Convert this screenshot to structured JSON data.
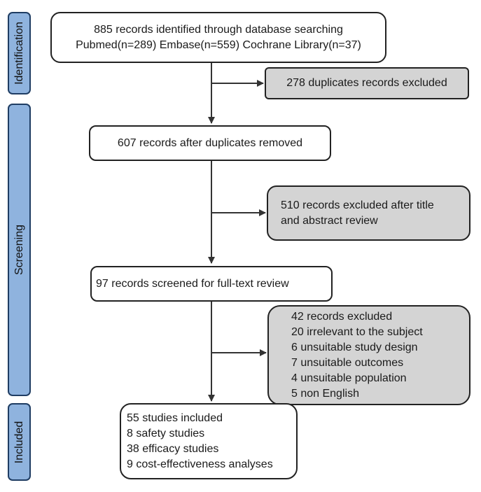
{
  "phases": {
    "identification": "Identification",
    "screening": "Screening",
    "included": "Included"
  },
  "boxes": {
    "identified": {
      "line1": "885 records identified through database searching",
      "line2": "Pubmed(n=289) Embase(n=559) Cochrane Library(n=37)"
    },
    "duplicates_excluded": "278 duplicates records excluded",
    "after_duplicates": "607 records after duplicates removed",
    "title_abstract_excluded": {
      "line1": "510 records excluded after title",
      "line2": "and abstract review"
    },
    "full_text": "97 records screened for full-text review",
    "fulltext_excluded": [
      "42 records excluded",
      "20  irrelevant to the subject",
      "6 unsuitable study design",
      "7 unsuitable outcomes",
      "4 unsuitable population",
      "5 non English"
    ],
    "included": [
      "55 studies included",
      "8 safety studies",
      "38 efficacy studies",
      "9 cost-effectiveness analyses"
    ]
  },
  "colors": {
    "phase_fill": "#8fb3de",
    "phase_border": "#1f3d63",
    "excluded_fill": "#d4d4d4",
    "box_border": "#222222"
  }
}
